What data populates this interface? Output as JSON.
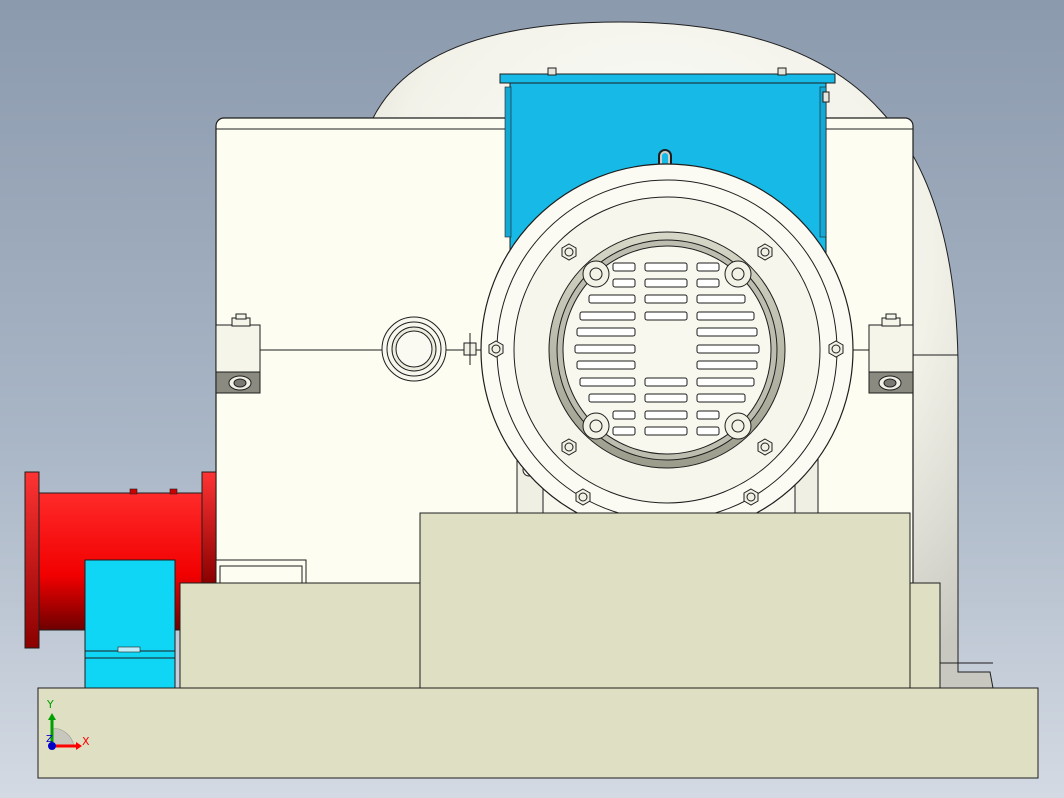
{
  "view": {
    "background_top": "#8c9aae",
    "background_bottom": "#d4dae3"
  },
  "colors": {
    "housing": "#fdfdf2",
    "dome": "#f3f3ea",
    "base": "#dfdfc4",
    "terminal_box": "#17b9e6",
    "bracket": "#10d6f6",
    "inlet_pipe": "#ff0000",
    "outline": "#1e1e1e"
  },
  "triad": {
    "x_label": "X",
    "y_label": "Y",
    "z_label": "Z",
    "x_color": "#ff0000",
    "y_color": "#00a000",
    "z_color": "#0000c8"
  }
}
